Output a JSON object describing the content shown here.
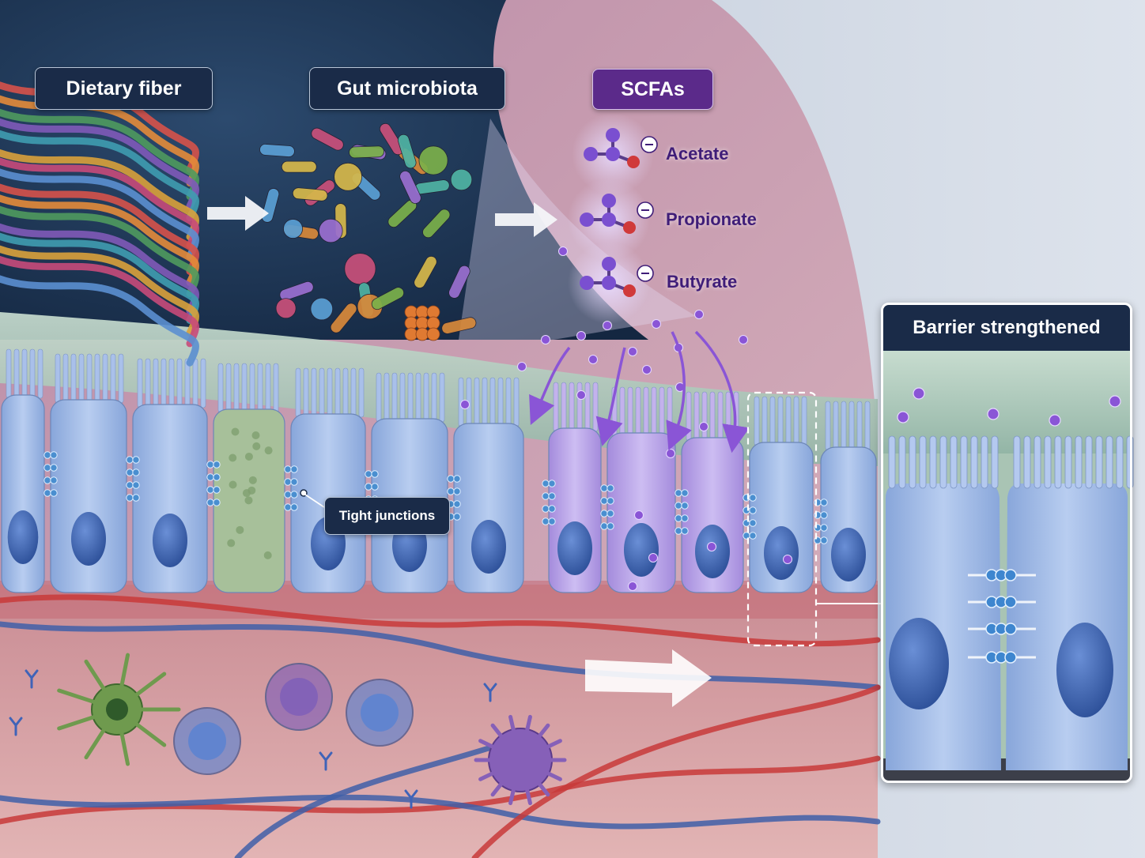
{
  "labels": {
    "dietary_fiber": "Dietary fiber",
    "gut_microbiota": "Gut microbiota",
    "scfas": "SCFAs",
    "tight_junctions": "Tight junctions",
    "barrier_strengthened": "Barrier strengthened"
  },
  "scfa_molecules": [
    "Acetate",
    "Propionate",
    "Butyrate"
  ],
  "colors": {
    "lumen": "#1c3350",
    "mucus": "#a9c4b4",
    "epithelial_cell": "#9db8e4",
    "nucleus": "#3d64ad",
    "scfa_purple": "#8a5cd0",
    "label_dark": "#1a2b48",
    "label_purple": "#5b2a8a",
    "blood_vessel_red": "#c83a3a",
    "blood_vessel_blue": "#3f5fa8",
    "tissue_pink": "#d9a5a8"
  }
}
